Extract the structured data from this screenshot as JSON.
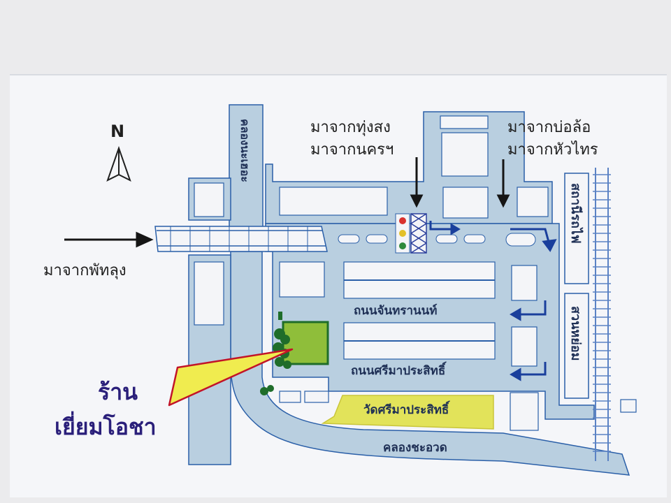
{
  "compass": {
    "label": "N"
  },
  "labels": {
    "from_thung_song": "มาจากทุ่งสง",
    "from_nakhon": "มาจากนครฯ",
    "from_bo_lo": "มาจากบ่อล้อ",
    "from_hua_sai": "มาจากหัวไทร",
    "from_phatthalung": "มาจากพัทลุง",
    "canal_north": "คลองนะเฮอะ",
    "station_1": "สถานีรถไฟ",
    "station_2": "สวนหย่อม",
    "road_chantharanon": "ถนนจันทรานนท์",
    "road_sri_maprasit": "ถนนศรีมาประสิทธิ์",
    "temple": "วัดศรีมาประสิทธิ์",
    "canal_south": "คลองชะอวด",
    "shop_line1": "ร้าน",
    "shop_line2": "เยี่ยมโอชา"
  },
  "colors": {
    "card": "#f5f6f9",
    "road": "#b9cfe0",
    "road_edge": "#2a5fa8",
    "block": "#f4f5f8",
    "shop": "#8fbe3a",
    "shop_edge": "#1f6d2a",
    "temple": "#e2e35a",
    "pointer": "#f0ec4f",
    "pointer_edge": "#c21428",
    "arrow_blue": "#1a3f9c",
    "railway": "#5b82c4",
    "text_purple": "#2a1f7a",
    "text_red": "#c21428"
  }
}
